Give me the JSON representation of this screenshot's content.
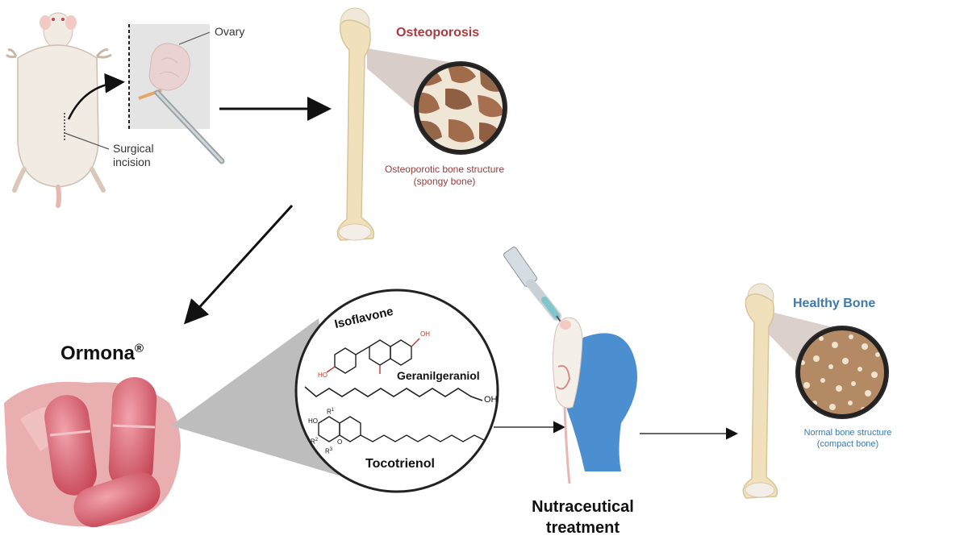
{
  "labels": {
    "ovary": "Ovary",
    "surgical_incision": [
      "Surgical",
      "incision"
    ],
    "osteoporosis_title": "Osteoporosis",
    "osteoporotic_caption": [
      "Osteoporotic bone structure",
      "(spongy bone)"
    ],
    "healthy_title": "Healthy Bone",
    "healthy_caption": [
      "Normal bone structure",
      "(compact bone)"
    ],
    "brand": "Ormona",
    "brand_mark": "®",
    "compound_1": "Isoflavone",
    "compound_2": "Geranilgeraniol",
    "compound_3": "Tocotrienol",
    "treatment": [
      "Nutraceutical",
      "treatment"
    ],
    "oh_label": "OH",
    "ho_label": "HO",
    "chem_o": "O",
    "r1": "R",
    "r2": "R",
    "r3": "R",
    "sup1": "1",
    "sup2": "2",
    "sup3": "3"
  },
  "colors": {
    "osteoporosis": "#b0383b",
    "healthy": "#3d7ab0",
    "bone": "#f0e0bb",
    "capsule": "#d8616f",
    "powder": "#e9aeb0",
    "glove": "#4b8fd0"
  }
}
